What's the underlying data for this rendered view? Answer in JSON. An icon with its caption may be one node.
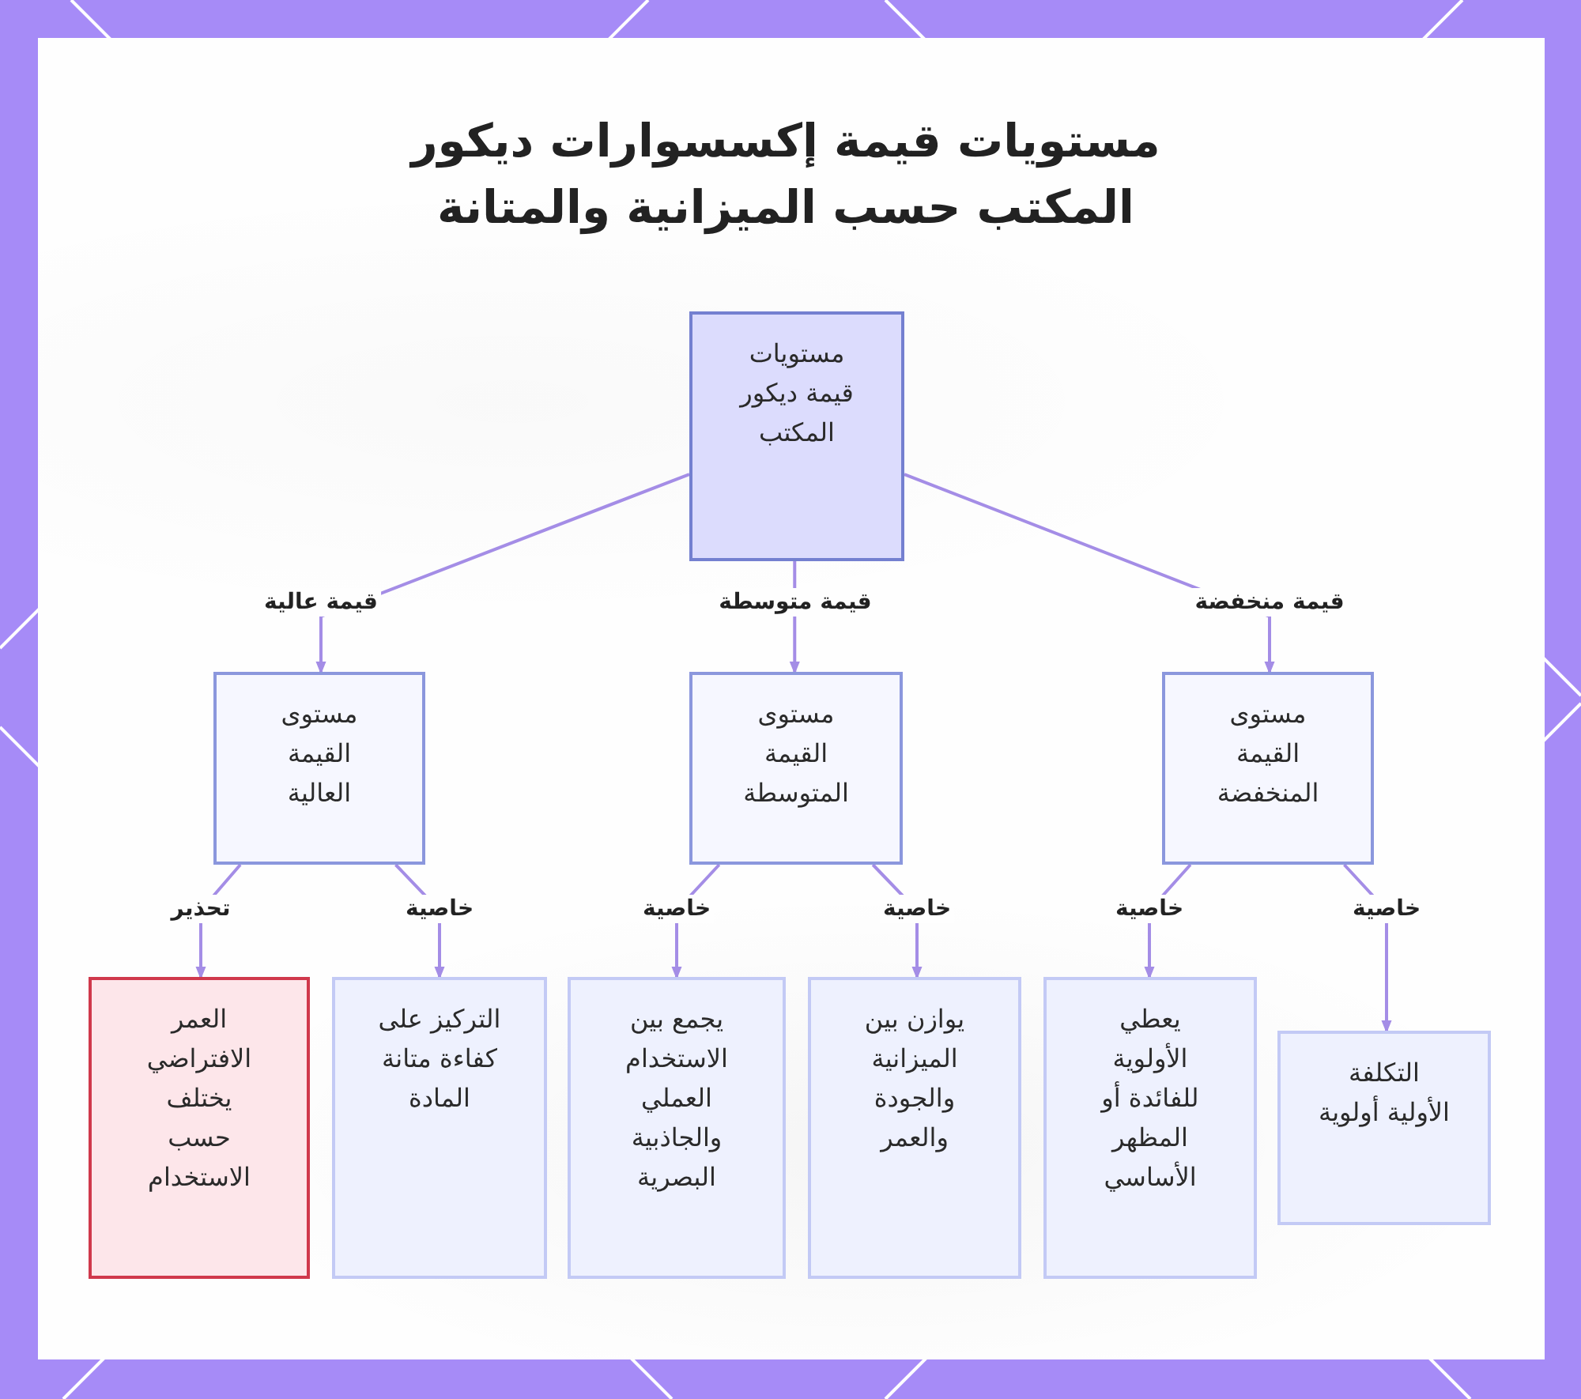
{
  "diagram": {
    "title": "مستويات قيمة إكسسوارات ديكور المكتب حسب الميزانية والمتانة",
    "nodes": [
      {
        "text": [
          "مستويات قيمة ديكور المكتب"
        ]
      },
      {
        "text": [
          "مستوى القيمة العالية"
        ]
      },
      {
        "text": [
          "مستوى القيمة المتوسطة"
        ]
      },
      {
        "text": [
          "مستوى القيمة المنخفضة"
        ]
      },
      {
        "text": [
          "العمر الافتراضي يختلف حسب الاستخدام"
        ]
      },
      {
        "text": [
          "التركيز على كفاءة متانة المادة"
        ]
      },
      {
        "text": [
          "يجمع بين الاستخدام العملي والجاذبية البصرية"
        ]
      },
      {
        "text": [
          "يوازن بين الميزانية والجودة والعمر"
        ]
      },
      {
        "text": [
          "يعطي الأولوية للفائدة أو المظهر الأساسي"
        ]
      },
      {
        "text": [
          "التكلفة الأولية أولوية"
        ]
      }
    ],
    "edges": [
      {
        "from": 0,
        "to": 1,
        "arrow": "to",
        "label": "قيمة عالية"
      },
      {
        "from": 0,
        "to": 2,
        "arrow": "to",
        "label": "قيمة متوسطة"
      },
      {
        "from": 0,
        "to": 3,
        "arrow": "to",
        "label": "قيمة منخفضة"
      },
      {
        "from": 1,
        "to": 4,
        "arrow": "to",
        "label": "تحذير"
      },
      {
        "from": 1,
        "to": 5,
        "arrow": "to",
        "label": "خاصية"
      },
      {
        "from": 2,
        "to": 6,
        "arrow": "to",
        "label": "خاصية"
      },
      {
        "from": 2,
        "to": 7,
        "arrow": "to",
        "label": "خاصية"
      },
      {
        "from": 3,
        "to": 8,
        "arrow": "to",
        "label": "خاصية"
      },
      {
        "from": 3,
        "to": 9,
        "arrow": "to",
        "label": "خاصية"
      }
    ]
  }
}
